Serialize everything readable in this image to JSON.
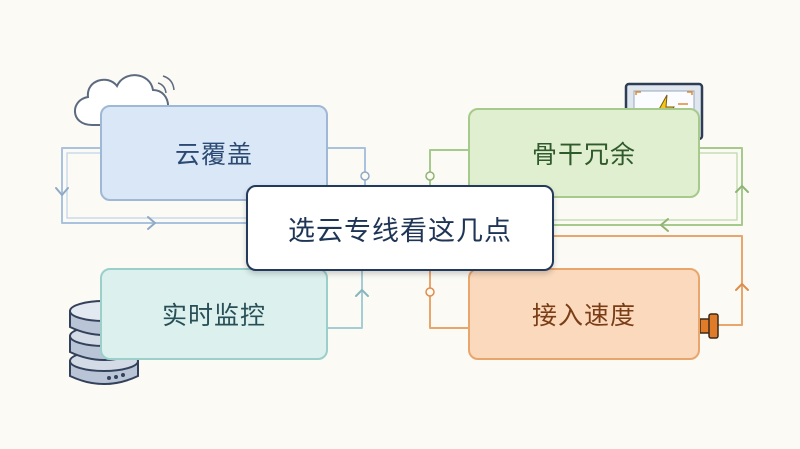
{
  "title": "选云专线看这几点",
  "points": {
    "cloud_coverage": "云覆盖",
    "backbone_redundancy": "骨干冗余",
    "realtime_monitoring": "实时监控",
    "access_speed": "接入速度"
  },
  "icons": {
    "cloud": "cloud-icon",
    "monitor": "monitor-lightning-icon",
    "database": "database-icon",
    "speed": "lightning-badge-icon"
  },
  "colors": {
    "blue_fill": "#d9e7f6",
    "green_fill": "#e0efcf",
    "teal_fill": "#dcf0ee",
    "orange_fill": "#fad9bd",
    "title_border": "#233a5c",
    "accent_yellow": "#f5c51a"
  }
}
